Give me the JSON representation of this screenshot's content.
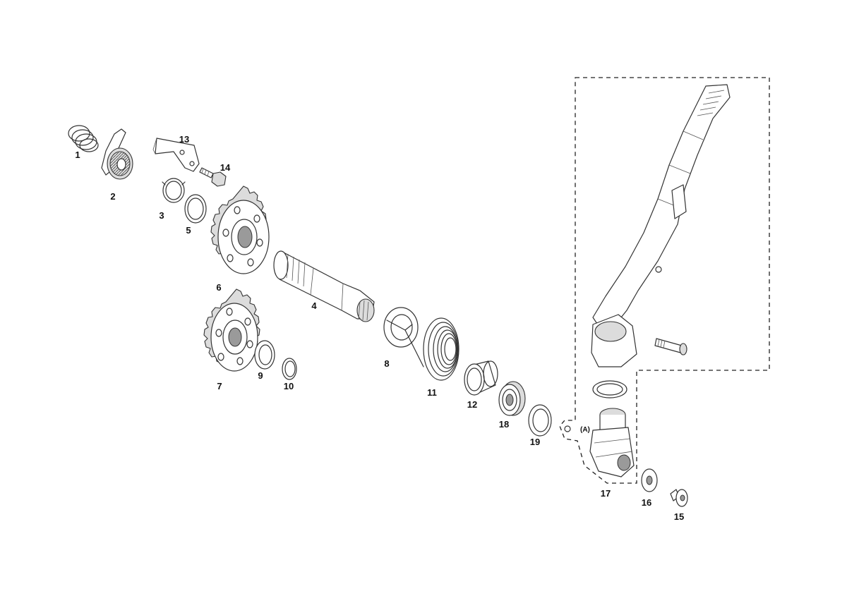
{
  "diagram": {
    "callouts": {
      "p1": "1",
      "p2": "2",
      "p3": "3",
      "p4": "4",
      "p5": "5",
      "p6": "6",
      "p7": "7",
      "p8": "8",
      "p9": "9",
      "p10": "10",
      "p11": "11",
      "p12": "12",
      "p13": "13",
      "p14": "14",
      "p15": "15",
      "p16": "16",
      "p17": "17",
      "p18": "18",
      "p19": "19"
    },
    "reference_tag": "(A)"
  }
}
